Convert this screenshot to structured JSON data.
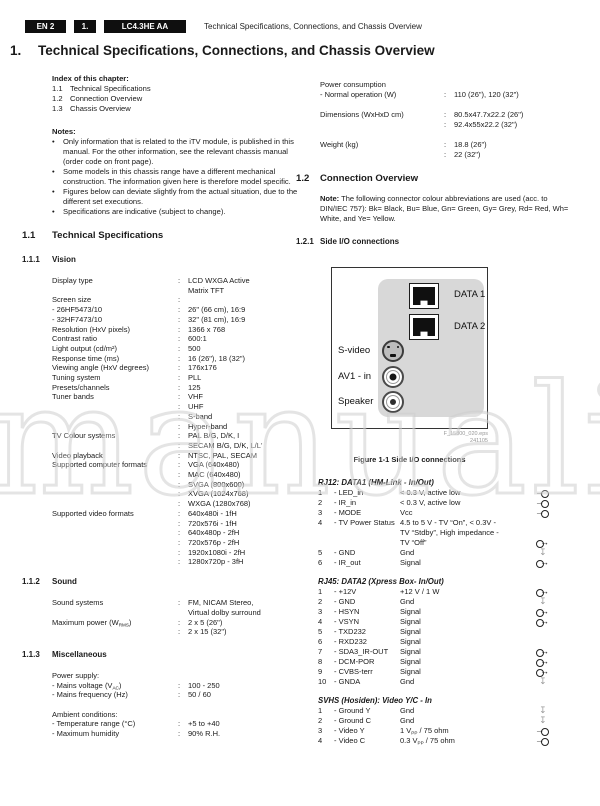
{
  "colors": {
    "badge_bg": "#0f0f0f",
    "text": "#1a1a1a",
    "panel_gray": "#d8d8d8",
    "watermark_gray": "#cdcdcd"
  },
  "watermark": "manuali",
  "header": {
    "badge_en": "EN 2",
    "badge_chapter": "1.",
    "badge_chassis": "LC4.3HE AA",
    "title": "Technical Specifications, Connections, and Chassis Overview"
  },
  "h1": {
    "num": "1.",
    "title": "Technical Specifications, Connections, and Chassis Overview"
  },
  "index": {
    "title": "Index of this chapter:",
    "items": [
      {
        "n": "1.1",
        "label": "Technical Specifications"
      },
      {
        "n": "1.2",
        "label": "Connection Overview"
      },
      {
        "n": "1.3",
        "label": "Chassis Overview"
      }
    ]
  },
  "notes": {
    "title": "Notes:",
    "items": [
      "Only information that is related to the iTV module, is published in this manual. For the other information, see the relevant chassis manual (order code on front page).",
      "Some models in this chassis range have a different mechanical construction. The information given here is therefore model specific.",
      "Figures below can deviate slightly from the actual situation, due to the different set executions.",
      "Specifications are indicative (subject to change)."
    ]
  },
  "sec11": {
    "num": "1.1",
    "title": "Technical Specifications"
  },
  "sec111": {
    "num": "1.1.1",
    "title": "Vision",
    "rows": [
      {
        "label": "Display type",
        "colon": ":",
        "value": "LCD WXGA Active"
      },
      {
        "value": "Matrix TFT"
      },
      {
        "label": "Screen size",
        "colon": ":"
      },
      {
        "label": "- 26HF5473/10",
        "colon": ":",
        "value": "26\" (66 cm), 16:9"
      },
      {
        "label": "- 32HF7473/10",
        "colon": ":",
        "value": "32\" (81 cm), 16:9"
      },
      {
        "label": "Resolution (HxV pixels)",
        "colon": ":",
        "value": "1366 x 768"
      },
      {
        "label": "Contrast ratio",
        "colon": ":",
        "value": "600:1"
      },
      {
        "label": "Light output (cd/m²)",
        "colon": ":",
        "value": "500"
      },
      {
        "label": "Response time (ms)",
        "colon": ":",
        "value": "16 (26\"), 18 (32\")"
      },
      {
        "label": "Viewing angle (HxV degrees)",
        "colon": ":",
        "value": "176x176"
      },
      {
        "label": "Tuning system",
        "colon": ":",
        "value": "PLL"
      },
      {
        "label": "Presets/channels",
        "colon": ":",
        "value": "125"
      },
      {
        "label": "Tuner bands",
        "colon": ":",
        "value": "VHF"
      },
      {
        "colon": ":",
        "value": "UHF"
      },
      {
        "colon": ":",
        "value": "S-band"
      },
      {
        "colon": ":",
        "value": "Hyper-band"
      },
      {
        "label": "TV Colour systems",
        "colon": ":",
        "value": "PAL B/G, D/K, I"
      },
      {
        "colon": ":",
        "value": "SECAM B/G, D/K, L/L'"
      },
      {
        "label": "Video playback",
        "colon": ":",
        "value": "NTSC, PAL, SECAM"
      },
      {
        "label": "Supported computer formats",
        "colon": ":",
        "value": "VGA (640x480)"
      },
      {
        "colon": ":",
        "value": "MAC (640x480)"
      },
      {
        "colon": ":",
        "value": "SVGA (800x600)"
      },
      {
        "colon": ":",
        "value": "XVGA (1024x768)"
      },
      {
        "colon": ":",
        "value": "WXGA (1280x768)"
      },
      {
        "label": "Supported video formats",
        "colon": ":",
        "value": "640x480i - 1fH"
      },
      {
        "colon": ":",
        "value": "720x576i - 1fH"
      },
      {
        "colon": ":",
        "value": "640x480p - 2fH"
      },
      {
        "colon": ":",
        "value": "720x576p - 2fH"
      },
      {
        "colon": ":",
        "value": "1920x1080i - 2fH"
      },
      {
        "colon": ":",
        "value": "1280x720p - 3fH"
      }
    ]
  },
  "sec112": {
    "num": "1.1.2",
    "title": "Sound",
    "rows": [
      {
        "label": "Sound systems",
        "colon": ":",
        "value": "FM, NICAM Stereo,"
      },
      {
        "value": "Virtual dolby surround"
      },
      {
        "label": "Maximum power (W",
        "sub": "RMS",
        "label2": ")",
        "colon": ":",
        "value": "2 x 5 (26\")"
      },
      {
        "colon": ":",
        "value": "2 x 15 (32\")"
      }
    ]
  },
  "sec113": {
    "num": "1.1.3",
    "title": "Miscellaneous",
    "rows": [
      {
        "label": "Power supply:"
      },
      {
        "label": "- Mains voltage (V",
        "sub": "AC",
        "label2": ")",
        "colon": ":",
        "value": "100 - 250"
      },
      {
        "label": "- Mains frequency (Hz)",
        "colon": ":",
        "value": "50 / 60"
      },
      {},
      {
        "label": "Ambient conditions:"
      },
      {
        "label": "- Temperature range (°C)",
        "colon": ":",
        "value": "+5 to +40"
      },
      {
        "label": "- Maximum humidity",
        "colon": ":",
        "value": "90% R.H."
      }
    ]
  },
  "right": {
    "power_rows": [
      {
        "label": "Power consumption"
      },
      {
        "label": "- Normal operation (W)",
        "colon": ":",
        "value": "110 (26\"), 120 (32\")"
      },
      {},
      {
        "label": "Dimensions (WxHxD cm)",
        "colon": ":",
        "value": "80.5x47.7x22.2 (26\")"
      },
      {
        "colon": ":",
        "value": "92.4x55x22.2 (32\")"
      },
      {},
      {
        "label": "Weight (kg)",
        "colon": ":",
        "value": "18.8 (26\")"
      },
      {
        "colon": ":",
        "value": "22 (32\")"
      }
    ],
    "sec12": {
      "num": "1.2",
      "title": "Connection Overview"
    },
    "note_label": "Note:",
    "note_text": " The following connector colour abbreviations are used (acc. to DIN/IEC 757): Bk= Black, Bu= Blue, Gn= Green, Gy= Grey, Rd= Red, Wh= White, and Ye= Yellow.",
    "sec121": {
      "num": "1.2.1",
      "title": "Side I/O connections"
    },
    "figure": {
      "data1": "DATA 1",
      "data2": "DATA 2",
      "svideo": "S-video",
      "av1": "AV1 - in",
      "speaker": "Speaker",
      "eps": "F_15800_020.eps",
      "eps_date": "241105",
      "caption": "Figure 1-1 Side I/O connections"
    },
    "pin_groups": [
      {
        "title": "RJ12: DATA1 (HM-Link - In/Out)",
        "rows": [
          {
            "n": "1",
            "label": "- LED_in",
            "desc": "< 0.3 V, active low",
            "icon": "in"
          },
          {
            "n": "2",
            "label": "- IR_in",
            "desc": "< 0.3 V, active low",
            "icon": "in"
          },
          {
            "n": "3",
            "label": "- MODE",
            "desc": "Vcc",
            "icon": "in"
          },
          {
            "n": "4",
            "label": "- TV Power Status",
            "desc": "4.5 to 5 V - TV “On”,  < 0.3V -"
          },
          {
            "desc": "TV “Stdby”,  High impedance -"
          },
          {
            "desc": "TV “Off”",
            "icon": "out"
          },
          {
            "n": "5",
            "label": "- GND",
            "desc": "Gnd",
            "icon": "gnd"
          },
          {
            "n": "6",
            "label": "- IR_out",
            "desc": "Signal",
            "icon": "out"
          }
        ]
      },
      {
        "title": "RJ45: DATA2 (Xpress Box- In/Out)",
        "rows": [
          {
            "n": "1",
            "label": "- +12V",
            "desc": "+12 V / 1 W",
            "icon": "out"
          },
          {
            "n": "2",
            "label": "- GND",
            "desc": "Gnd",
            "icon": "gnd"
          },
          {
            "n": "3",
            "label": "- HSYN",
            "desc": "Signal",
            "icon": "out"
          },
          {
            "n": "4",
            "label": "- VSYN",
            "desc": "Signal",
            "icon": "out"
          },
          {
            "n": "5",
            "label": "- TXD232",
            "desc": "Signal"
          },
          {
            "n": "6",
            "label": "- RXD232",
            "desc": "Signal"
          },
          {
            "n": "7",
            "label": "- SDA3_IR-OUT",
            "desc": "Signal",
            "icon": "out"
          },
          {
            "n": "8",
            "label": "- DCM-POR",
            "desc": "Signal",
            "icon": "out"
          },
          {
            "n": "9",
            "label": "- CVBS-terr",
            "desc": "Signal",
            "icon": "out"
          },
          {
            "n": "10",
            "label": "- GNDA",
            "desc": "Gnd",
            "icon": "gnd"
          }
        ]
      },
      {
        "title": "SVHS (Hosiden): Video Y/C - In",
        "rows": [
          {
            "n": "1",
            "label": "- Ground Y",
            "desc": "Gnd",
            "icon": "gnd"
          },
          {
            "n": "2",
            "label": "- Ground C",
            "desc": "Gnd",
            "icon": "gnd"
          },
          {
            "n": "3",
            "label": "- Video Y",
            "desc": "1 V",
            "dsub": "PP",
            "desc2": " / 75 ohm",
            "icon": "in"
          },
          {
            "n": "4",
            "label": "- Video C",
            "desc": "0.3 V",
            "dsub": "PP",
            "desc2": " / 75 ohm",
            "icon": "in"
          }
        ]
      }
    ]
  }
}
